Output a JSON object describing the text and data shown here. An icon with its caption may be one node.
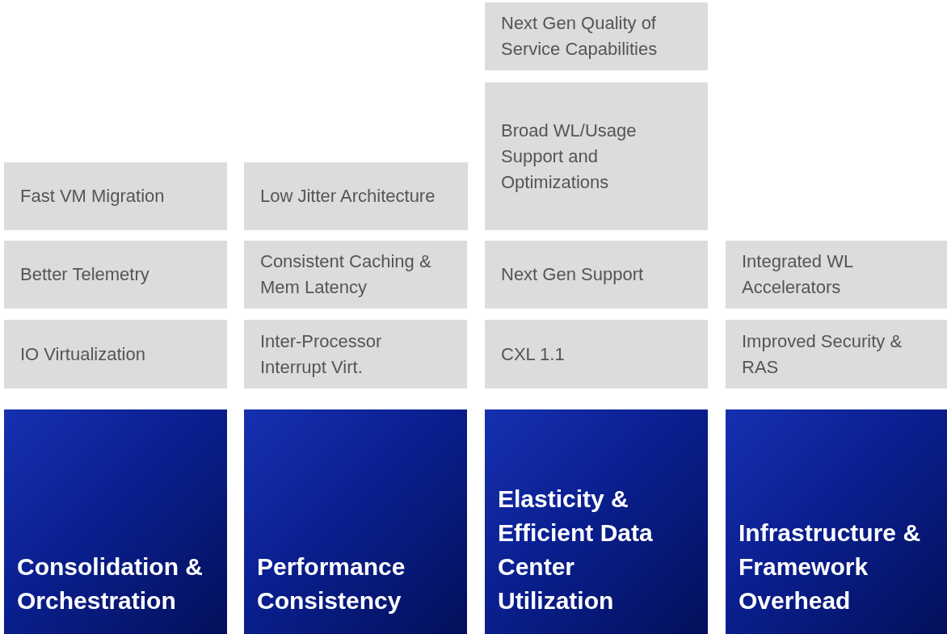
{
  "diagram": {
    "nodes": [
      {
        "text": [
          "Next Gen Quality of Service Capabilities"
        ]
      },
      {
        "text": [
          "Broad WL/Usage Support and Optimizations"
        ]
      },
      {
        "text": [
          "Fast VM Migration"
        ]
      },
      {
        "text": [
          "Low Jitter Architecture"
        ]
      },
      {
        "text": [
          "Better Telemetry"
        ]
      },
      {
        "text": [
          "Consistent Caching & Mem Latency"
        ]
      },
      {
        "text": [
          "Next Gen Support"
        ]
      },
      {
        "text": [
          "Integrated WL Accelerators"
        ]
      },
      {
        "text": [
          "IO Virtualization"
        ]
      },
      {
        "text": [
          "Inter-Processor Interrupt Virt."
        ]
      },
      {
        "text": [
          "CXL 1.1"
        ]
      },
      {
        "text": [
          "Improved Security & RAS"
        ]
      },
      {
        "text": [
          "Consolidation & Orchestration"
        ]
      },
      {
        "text": [
          "Performance Consistency"
        ]
      },
      {
        "text": [
          "Elasticity & Efficient Data Center Utilization"
        ]
      },
      {
        "text": [
          "Infrastructure & Framework Overhead"
        ]
      }
    ],
    "edges": []
  }
}
